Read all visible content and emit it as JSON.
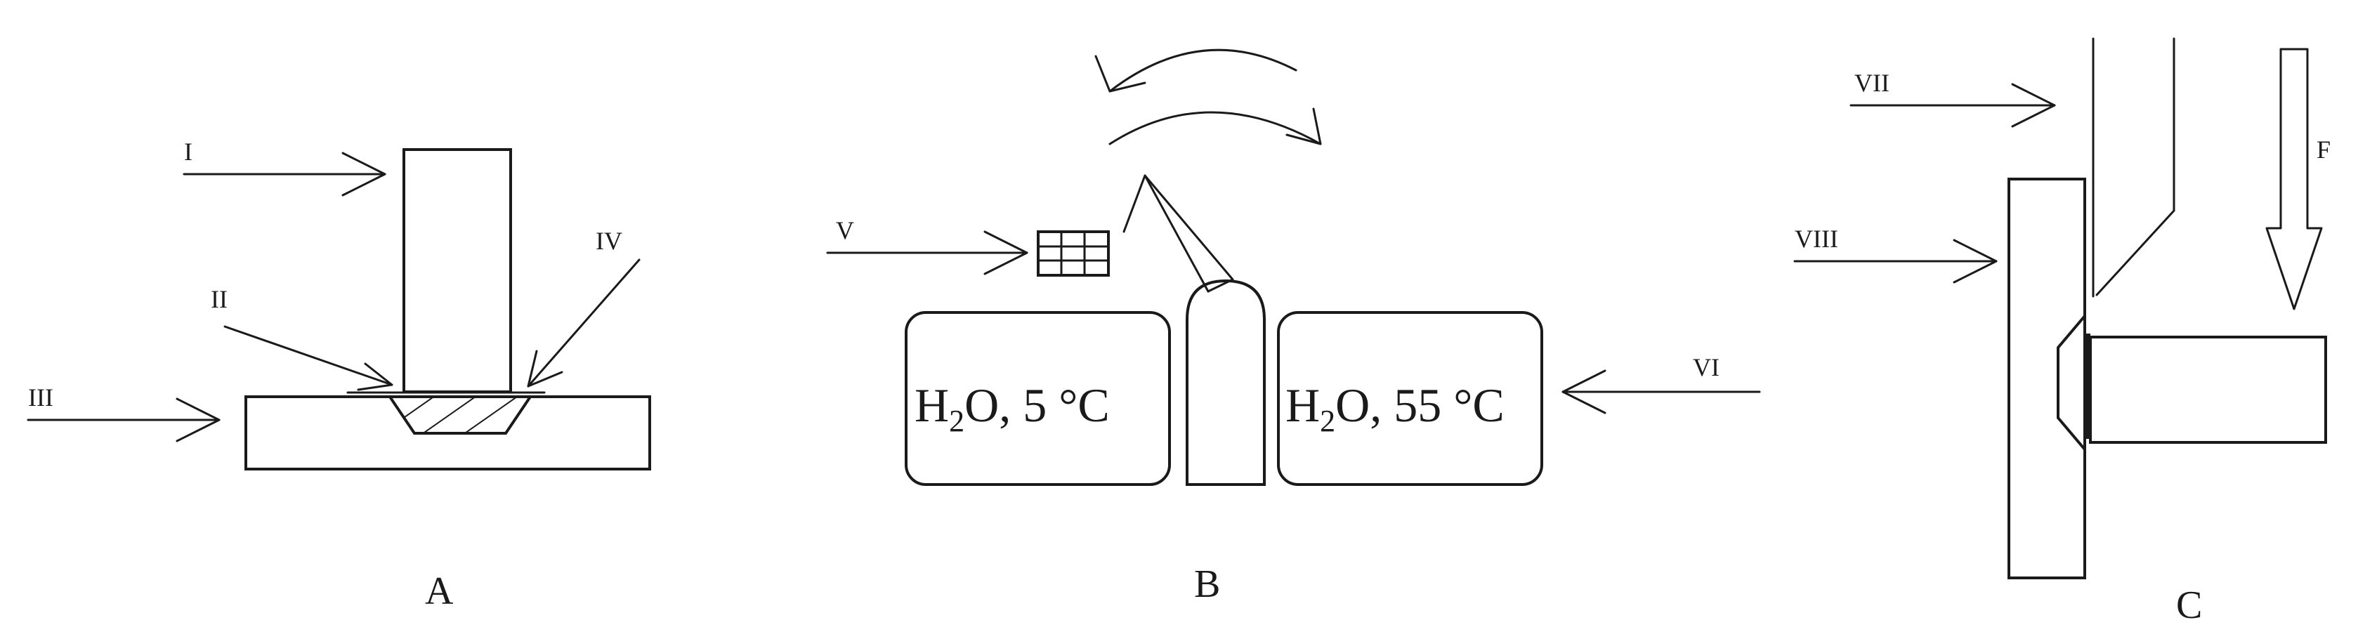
{
  "panels": {
    "a": {
      "caption": "A",
      "labels": {
        "i": "I",
        "ii": "II",
        "iii": "III",
        "iv": "IV"
      }
    },
    "b": {
      "caption": "B",
      "labels": {
        "v": "V",
        "vi": "VI"
      },
      "bath_cold": {
        "formula_h": "H",
        "formula_sub": "2",
        "formula_rest": "O, 5 °C"
      },
      "bath_hot": {
        "formula_h": "H",
        "formula_sub": "2",
        "formula_rest": "O, 55 °C"
      }
    },
    "c": {
      "caption": "C",
      "labels": {
        "vii": "VII",
        "viii": "VIII",
        "force": "F"
      }
    }
  },
  "colors": {
    "ink": "#1a1a1a",
    "hatch": "#1a1a1a",
    "background": "#ffffff"
  }
}
